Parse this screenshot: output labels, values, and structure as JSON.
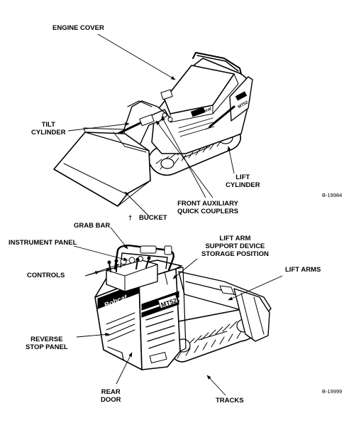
{
  "figure_top": {
    "labels": {
      "engine_cover": "ENGINE COVER",
      "tilt_cylinder": "TILT\nCYLINDER",
      "lift_cylinder": "LIFT\nCYLINDER",
      "front_auxiliary": "FRONT AUXILIARY\nQUICK COUPLERS",
      "bucket_marker": "†",
      "bucket": "BUCKET"
    },
    "ref": "B-19984",
    "decal": "Bobcat",
    "model": "MT52"
  },
  "figure_bottom": {
    "labels": {
      "grab_bar": "GRAB BAR",
      "instrument_panel": "INSTRUMENT PANEL",
      "controls": "CONTROLS",
      "lift_arm_support": "LIFT ARM\nSUPPORT DEVICE\nSTORAGE POSITION",
      "lift_arms": "LIFT ARMS",
      "reverse_stop": "REVERSE\nSTOP PANEL",
      "rear_door": "REAR\nDOOR",
      "tracks": "TRACKS"
    },
    "ref": "B-19999",
    "decal": "Bobcat",
    "model": "MT52"
  }
}
